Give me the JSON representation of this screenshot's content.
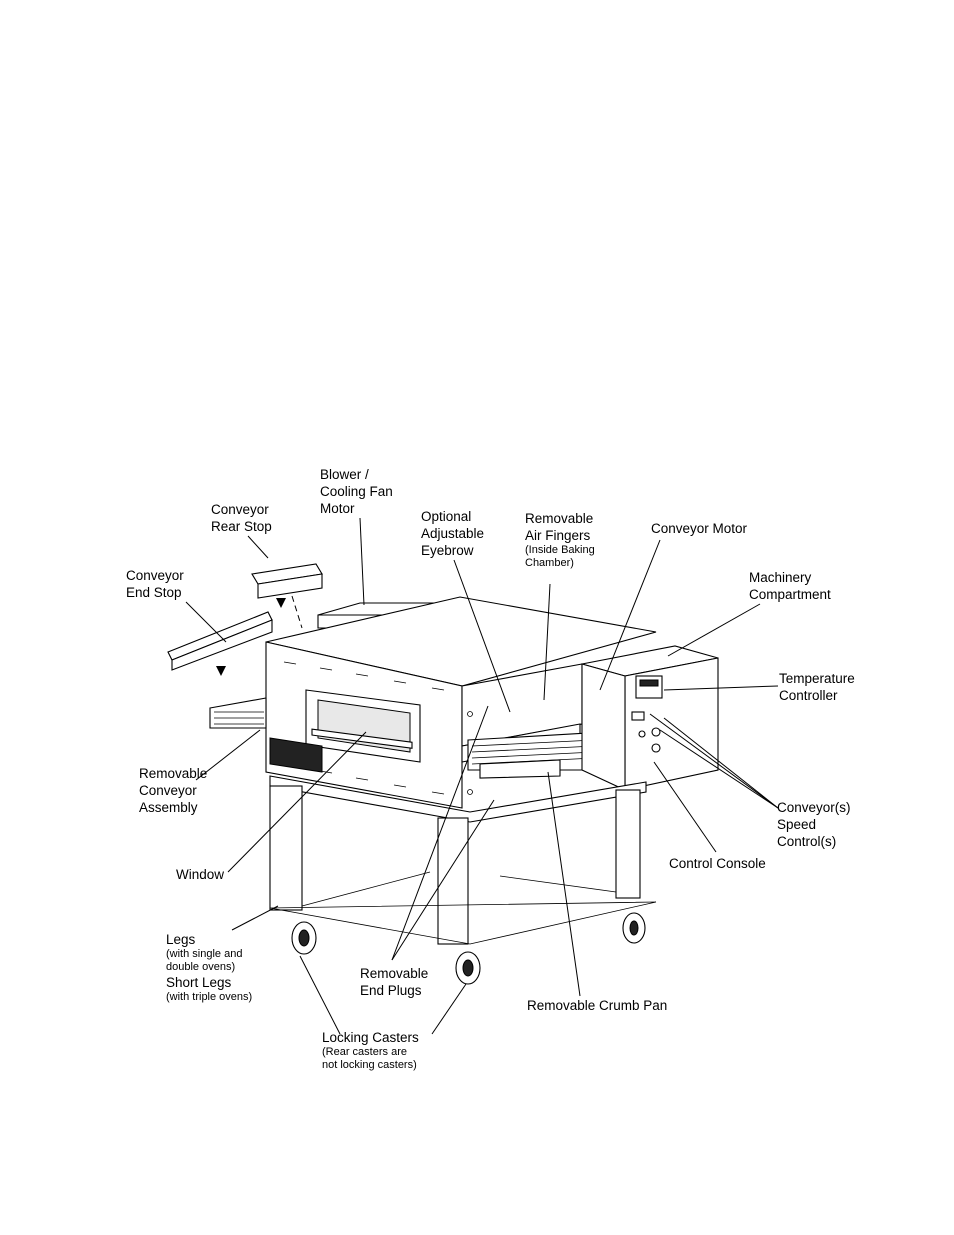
{
  "labels": {
    "blower": [
      "Blower /",
      "Cooling Fan",
      "Motor"
    ],
    "rear_stop": [
      "Conveyor",
      "Rear Stop"
    ],
    "end_stop": [
      "Conveyor",
      "End Stop"
    ],
    "eyebrow": [
      "Optional",
      "Adjustable",
      "Eyebrow"
    ],
    "air_fingers": [
      "Removable",
      "Air Fingers"
    ],
    "air_fingers_note": [
      "(Inside Baking",
      "Chamber)"
    ],
    "conveyor_motor": "Conveyor Motor",
    "machinery": [
      "Machinery",
      "Compartment"
    ],
    "temperature": [
      "Temperature",
      "Controller"
    ],
    "conveyor_assembly": [
      "Removable",
      "Conveyor",
      "Assembly"
    ],
    "speed_control": [
      "Conveyor(s)",
      "Speed",
      "Control(s)"
    ],
    "control_console": "Control Console",
    "window": "Window",
    "legs": "Legs",
    "legs_note": [
      "(with single and",
      "double ovens)"
    ],
    "short_legs": "Short Legs",
    "short_legs_note": "(with triple ovens)",
    "end_plugs": [
      "Removable",
      "End Plugs"
    ],
    "crumb_pan": "Removable Crumb Pan",
    "casters": "Locking Casters",
    "casters_note": [
      "(Rear casters are",
      "not locking casters)"
    ]
  }
}
